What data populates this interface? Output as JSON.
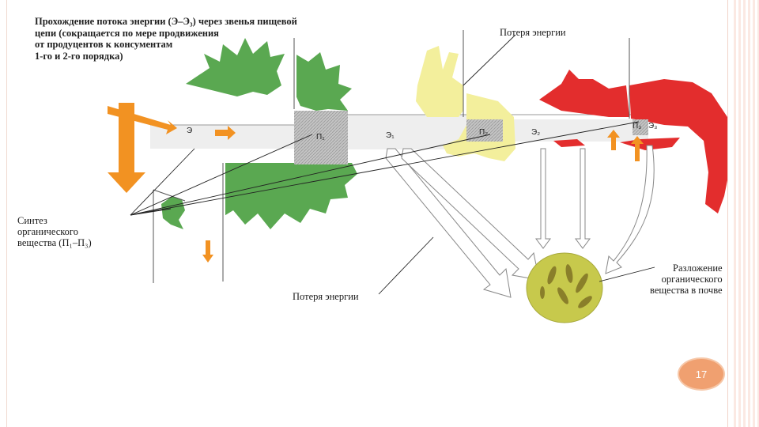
{
  "title_lines": [
    "Прохождение потока энергии (Э–Э₃) через звенья пищевой",
    "цепи (сокращается по мере продвижения",
    "от продуцентов к консументам",
    "1-го и 2-го порядка)"
  ],
  "labels": {
    "energy_loss_top": "Потеря энергии",
    "energy_loss_bottom": "Потеря энергии",
    "synthesis": [
      "Синтез",
      "органического",
      "вещества (П₁–П₃)"
    ],
    "decomposition": [
      "Разложение",
      "органического",
      "вещества в почве"
    ]
  },
  "marks": {
    "e": "Э",
    "e1": "Э₁",
    "e2": "Э₂",
    "e3": "Э₃",
    "p1": "П₁",
    "p2": "П₂",
    "p3": "П₃"
  },
  "colors": {
    "plant": "#5aa851",
    "rabbit": "#f3ef9c",
    "fox": "#e32d2d",
    "arrow_orange": "#f29222",
    "soil": "#c7c94c",
    "bacteria": "#8a7f2a",
    "channel": "#e8e8e8",
    "hatched": "#bdbdbd",
    "slide_badge": "#f0a070"
  },
  "slide_number": "17"
}
